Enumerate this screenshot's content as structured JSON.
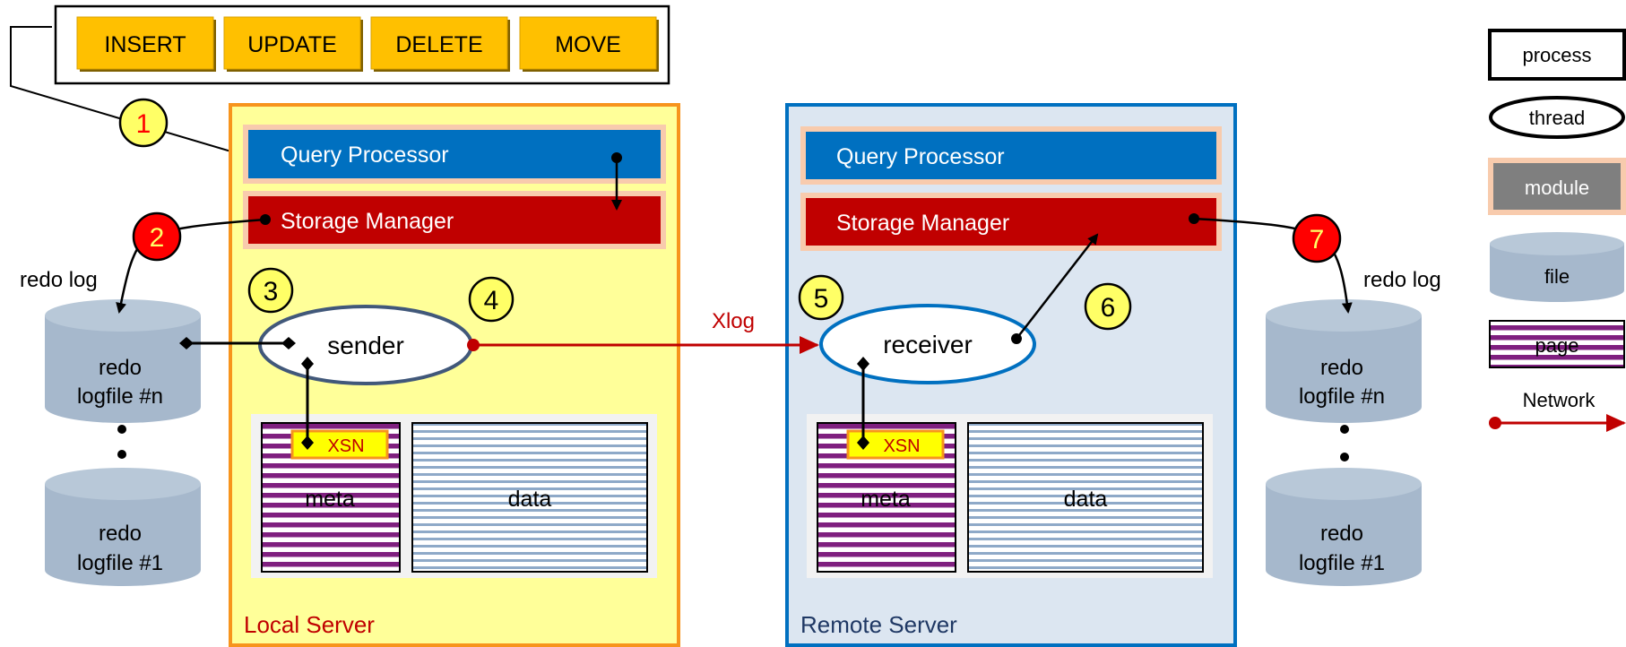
{
  "colors": {
    "ops_fill": "#ffc000",
    "local_bg": "#ffff99",
    "local_border": "#f7941d",
    "remote_bg": "#dce6f1",
    "remote_border": "#0070c0",
    "query_fill": "#0070c0",
    "storage_fill": "#c00000",
    "module_outline": "#f8cbad",
    "file_fill": "#a6b8cc",
    "page_stripe": "#7f1f7f",
    "data_stripe": "#8ea9c8",
    "xsn_fill": "#ffff00",
    "network": "#c00000",
    "step_yellow": "#ffff66",
    "step_red": "#ff0000"
  },
  "operations": [
    "INSERT",
    "UPDATE",
    "DELETE",
    "MOVE"
  ],
  "local_server": {
    "title": "Local Server",
    "query_processor": "Query Processor",
    "storage_manager": "Storage Manager",
    "thread": "sender",
    "xsn": "XSN",
    "meta": "meta",
    "data": "data"
  },
  "remote_server": {
    "title": "Remote Server",
    "query_processor": "Query Processor",
    "storage_manager": "Storage Manager",
    "thread": "receiver",
    "xsn": "XSN",
    "meta": "meta",
    "data": "data"
  },
  "network_label": "Xlog",
  "steps": [
    "1",
    "2",
    "3",
    "4",
    "5",
    "6",
    "7"
  ],
  "redo_log_label": "redo log",
  "redo_files": {
    "top_line1": "redo",
    "top_line2": "logfile #n",
    "bottom_line1": "redo",
    "bottom_line2": "logfile #1"
  },
  "legend": {
    "process": "process",
    "thread": "thread",
    "module": "module",
    "file": "file",
    "page": "page",
    "network": "Network"
  }
}
